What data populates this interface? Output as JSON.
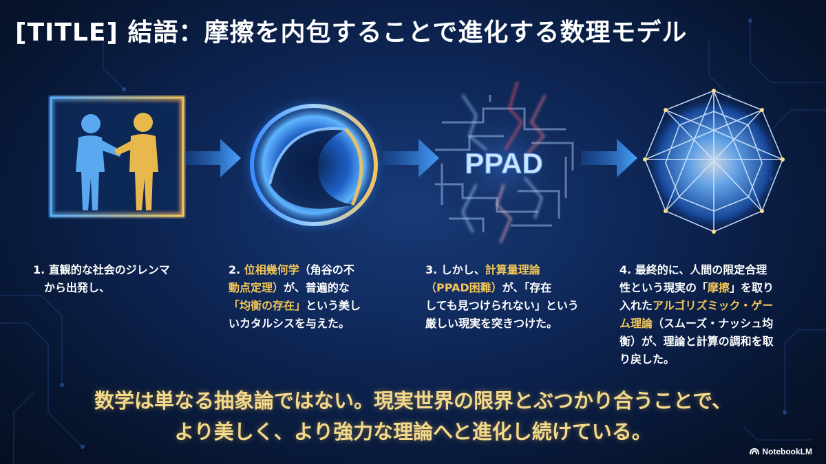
{
  "title": "[TITLE] 結語：摩擦を内包することで進化する数理モデル",
  "steps": [
    {
      "lines": [
        [
          {
            "t": "1. 直観的な社会のジレンマ"
          }
        ],
        [
          {
            "t": "　から出発し、"
          }
        ]
      ]
    },
    {
      "lines": [
        [
          {
            "t": "2. "
          },
          {
            "t": "位相幾何学",
            "hl": true
          },
          {
            "t": "（角谷の不"
          }
        ],
        [
          {
            "t": "動点定理）",
            "hl": true
          },
          {
            "t": "が、普遍的な"
          }
        ],
        [
          {
            "t": "「均衡の存在」",
            "hl": true
          },
          {
            "t": "という美し"
          }
        ],
        [
          {
            "t": "いカタルシスを与えた。"
          }
        ]
      ]
    },
    {
      "lines": [
        [
          {
            "t": "3. しかし、"
          },
          {
            "t": "計算量理論",
            "hl": true
          }
        ],
        [
          {
            "t": "（PPAD困難）",
            "hl": true
          },
          {
            "t": "が、「存在"
          }
        ],
        [
          {
            "t": "しても見つけられない」という"
          }
        ],
        [
          {
            "t": "厳しい現実を突きつけた。"
          }
        ]
      ]
    },
    {
      "lines": [
        [
          {
            "t": "4. 最終的に、人間の限定合理"
          }
        ],
        [
          {
            "t": "性という現実の「"
          },
          {
            "t": "摩擦",
            "hl": true
          },
          {
            "t": "」を取り"
          }
        ],
        [
          {
            "t": "入れた"
          },
          {
            "t": "アルゴリズミック・ゲー",
            "hl": true
          }
        ],
        [
          {
            "t": "ム理論",
            "hl": true
          },
          {
            "t": "（スムーズ・ナッシュ均"
          }
        ],
        [
          {
            "t": "衡）が、理論と計算の調和を取"
          }
        ],
        [
          {
            "t": "り戻した。"
          }
        ]
      ]
    }
  ],
  "graphics": {
    "maze_label": "PPAD"
  },
  "conclusion": {
    "line1": "数学は単なる抽象論ではない。現実世界の限界とぶつかり合うことで、",
    "line2": "より美しく、より強力な理論へと進化し続けている。"
  },
  "footer": {
    "brand": "NotebookLM"
  },
  "colors": {
    "accent_gold": "#f2c659",
    "accent_blue": "#4aa3ff",
    "background": "#0d2452"
  }
}
